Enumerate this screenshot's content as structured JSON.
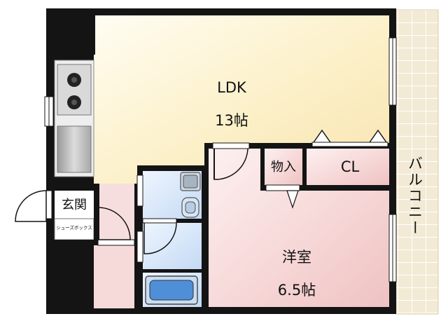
{
  "rooms": {
    "ldk": {
      "name": "LDK",
      "size": "13帖"
    },
    "western": {
      "name": "洋室",
      "size": "6.5帖"
    },
    "storage": {
      "name": "物入"
    },
    "closet": {
      "name": "CL"
    },
    "entrance": {
      "name": "玄関"
    },
    "shoe_box": {
      "name": "シューズボックス"
    },
    "balcony": {
      "name": "バルコニー"
    }
  },
  "colors": {
    "wall": "#141414",
    "ldk_floor": "#fbf2d4",
    "western_floor": "#f6d6d6",
    "wet_floor": "#cfe0f5",
    "balcony": "#f4ecd8",
    "grid": "#ffffff"
  }
}
